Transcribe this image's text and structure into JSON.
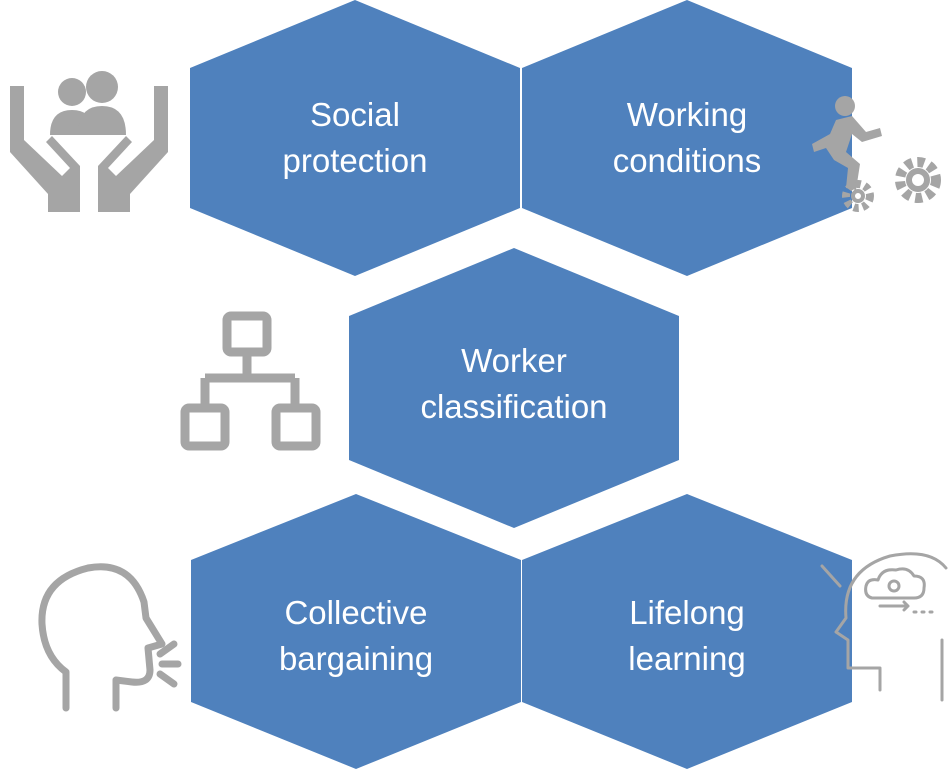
{
  "colors": {
    "hex_fill": "#4f81bd",
    "icon_gray": "#a5a5a5",
    "text": "#ffffff"
  },
  "hexagons": [
    {
      "line1": "Social",
      "line2": "protection",
      "icon": "hands-protecting-people-icon"
    },
    {
      "line1": "Working",
      "line2": "conditions",
      "icon": "worker-running-with-gears-icon"
    },
    {
      "line1": "Worker",
      "line2": "classification",
      "icon": "hierarchy-chart-icon"
    },
    {
      "line1": "Collective",
      "line2": "bargaining",
      "icon": "speaking-head-icon"
    },
    {
      "line1": "Lifelong",
      "line2": "learning",
      "icon": "head-with-learning-cloud-icon"
    }
  ]
}
